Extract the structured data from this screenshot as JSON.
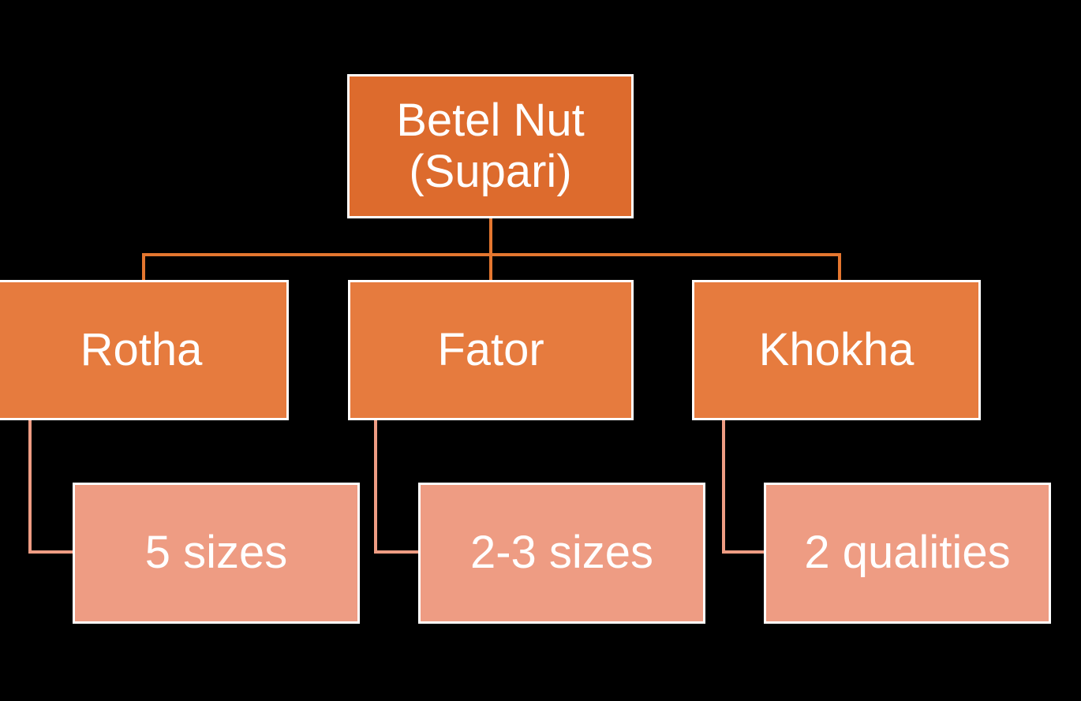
{
  "diagram": {
    "title": "Betel Nut (Supari) classification tree",
    "background_color": "#000000",
    "colors": {
      "root_fill": "#DD6B2D",
      "branch_fill": "#E67B3E",
      "leaf_fill": "#EE9C83",
      "box_border": "#FFFFFF",
      "text": "#FFFFFF",
      "connector_orange": "#E4762F",
      "connector_salmon": "#EE9C83"
    },
    "root": {
      "label": "Betel Nut\n(Supari)"
    },
    "branches": [
      {
        "label": "Rotha",
        "leaf": {
          "label": "5 sizes"
        }
      },
      {
        "label": "Fator",
        "leaf": {
          "label": "2-3 sizes"
        }
      },
      {
        "label": "Khokha",
        "leaf": {
          "label": "2 qualities"
        }
      }
    ]
  }
}
